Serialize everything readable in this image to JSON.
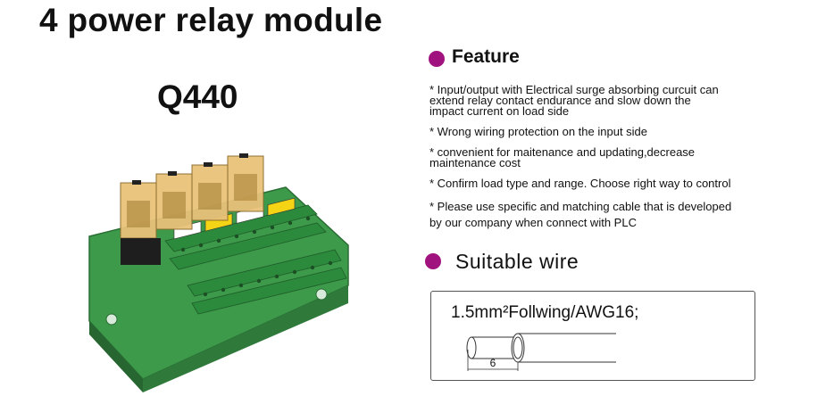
{
  "title": "4 power relay module",
  "model": "Q440",
  "colors": {
    "bullet": "#a0127e",
    "module_green": "#3d9a4a",
    "relay_amber": "#e8c27a"
  },
  "feature": {
    "heading": "Feature",
    "items": [
      "* Input/output with Electrical surge absorbing curcuit can\n  extend relay contact endurance and slow down the\n  impact current on load side",
      "* Wrong wiring protection on the input side",
      "* convenient for maitenance and updating,decrease\n   maintenance cost",
      "* Confirm load type and range. Choose right way to control",
      "* Please use specific and matching cable that is developed\n  by our company when connect with PLC"
    ]
  },
  "wire": {
    "heading": "Suitable wire",
    "spec": "1.5mm²Follwing/AWG16;",
    "strip_length": "6"
  }
}
